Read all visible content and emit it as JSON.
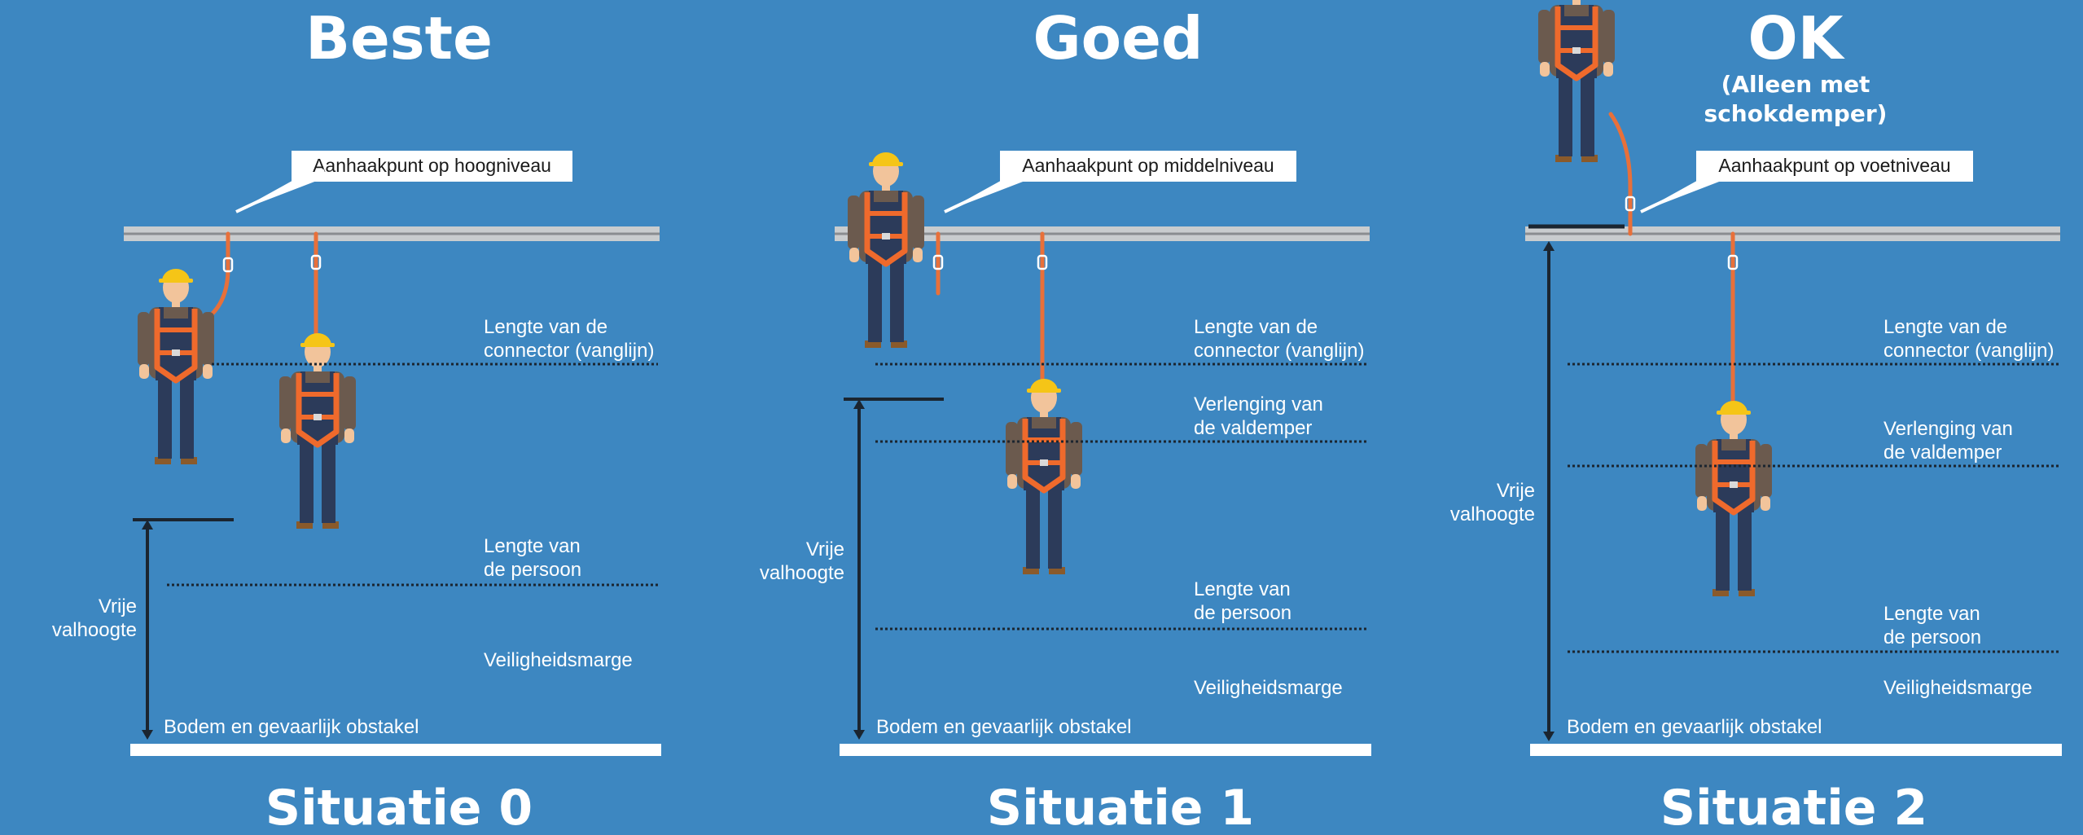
{
  "colors": {
    "background": "#3d87c1",
    "rail": "#b9bcbe",
    "lanyard": "#e8703a",
    "harness": "#ef6a2c",
    "helmet": "#f5c517",
    "overalls": "#2c3b5a",
    "shirt": "#6b5a4e",
    "skin": "#f2c49b",
    "ground": "#ffffff",
    "arrow": "#1b2530"
  },
  "panels": [
    {
      "rating": "Beste",
      "situation": "Situatie 0",
      "anchor_callout": "Aanhaakpunt op hoogniveau",
      "labels": {
        "connector": [
          "Lengte van de",
          "connector (vanglijn)"
        ],
        "person": [
          "Lengte van",
          "de persoon"
        ],
        "margin": "Veiligheidsmarge",
        "ground": "Bodem en gevaarlijk obstakel",
        "free_fall": [
          "Vrije",
          "valhoogte"
        ]
      }
    },
    {
      "rating": "Goed",
      "situation": "Situatie 1",
      "anchor_callout": "Aanhaakpunt op middelniveau",
      "labels": {
        "connector": [
          "Lengte van de",
          "connector (vanglijn)"
        ],
        "absorber": [
          "Verlenging van",
          "de valdemper"
        ],
        "person": [
          "Lengte van",
          "de persoon"
        ],
        "margin": "Veiligheidsmarge",
        "ground": "Bodem en gevaarlijk obstakel",
        "free_fall": [
          "Vrije",
          "valhoogte"
        ]
      }
    },
    {
      "rating": "OK",
      "rating_note": [
        "(Alleen met",
        "schokdemper)"
      ],
      "situation": "Situatie 2",
      "anchor_callout": "Aanhaakpunt op voetniveau",
      "labels": {
        "connector": [
          "Lengte van de",
          "connector (vanglijn)"
        ],
        "absorber": [
          "Verlenging van",
          "de valdemper"
        ],
        "person": [
          "Lengte van",
          "de persoon"
        ],
        "margin": "Veiligheidsmarge",
        "ground": "Bodem en gevaarlijk obstakel",
        "free_fall": [
          "Vrije",
          "valhoogte"
        ]
      }
    }
  ]
}
